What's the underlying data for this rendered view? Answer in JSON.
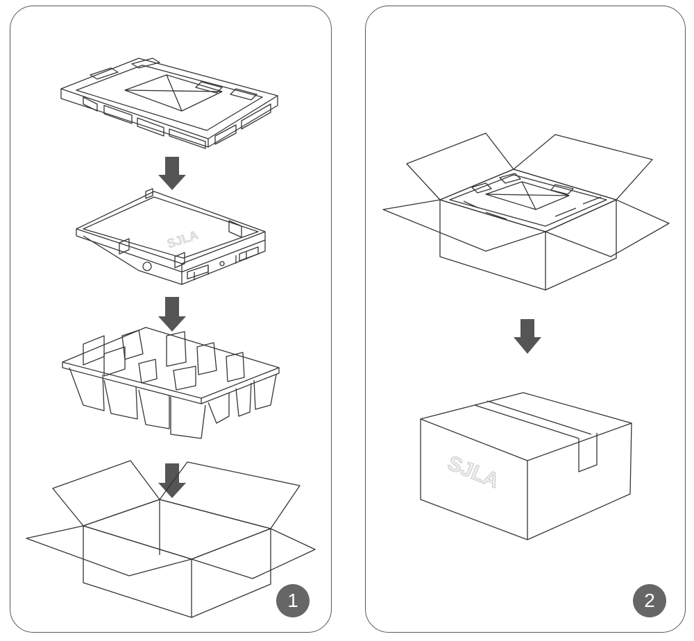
{
  "steps": [
    {
      "number": "1"
    },
    {
      "number": "2"
    }
  ],
  "brand_logo": "SJLA",
  "colors": {
    "panel_border": "#555555",
    "line": "#333333",
    "arrow": "#555555",
    "badge": "#666666",
    "badge_text": "#ffffff",
    "embossed_logo": "#dddddd"
  },
  "icons": [
    "down-arrow-icon",
    "packing-tray-icon",
    "floodlight-icon",
    "open-box-icon",
    "sealed-box-icon"
  ]
}
